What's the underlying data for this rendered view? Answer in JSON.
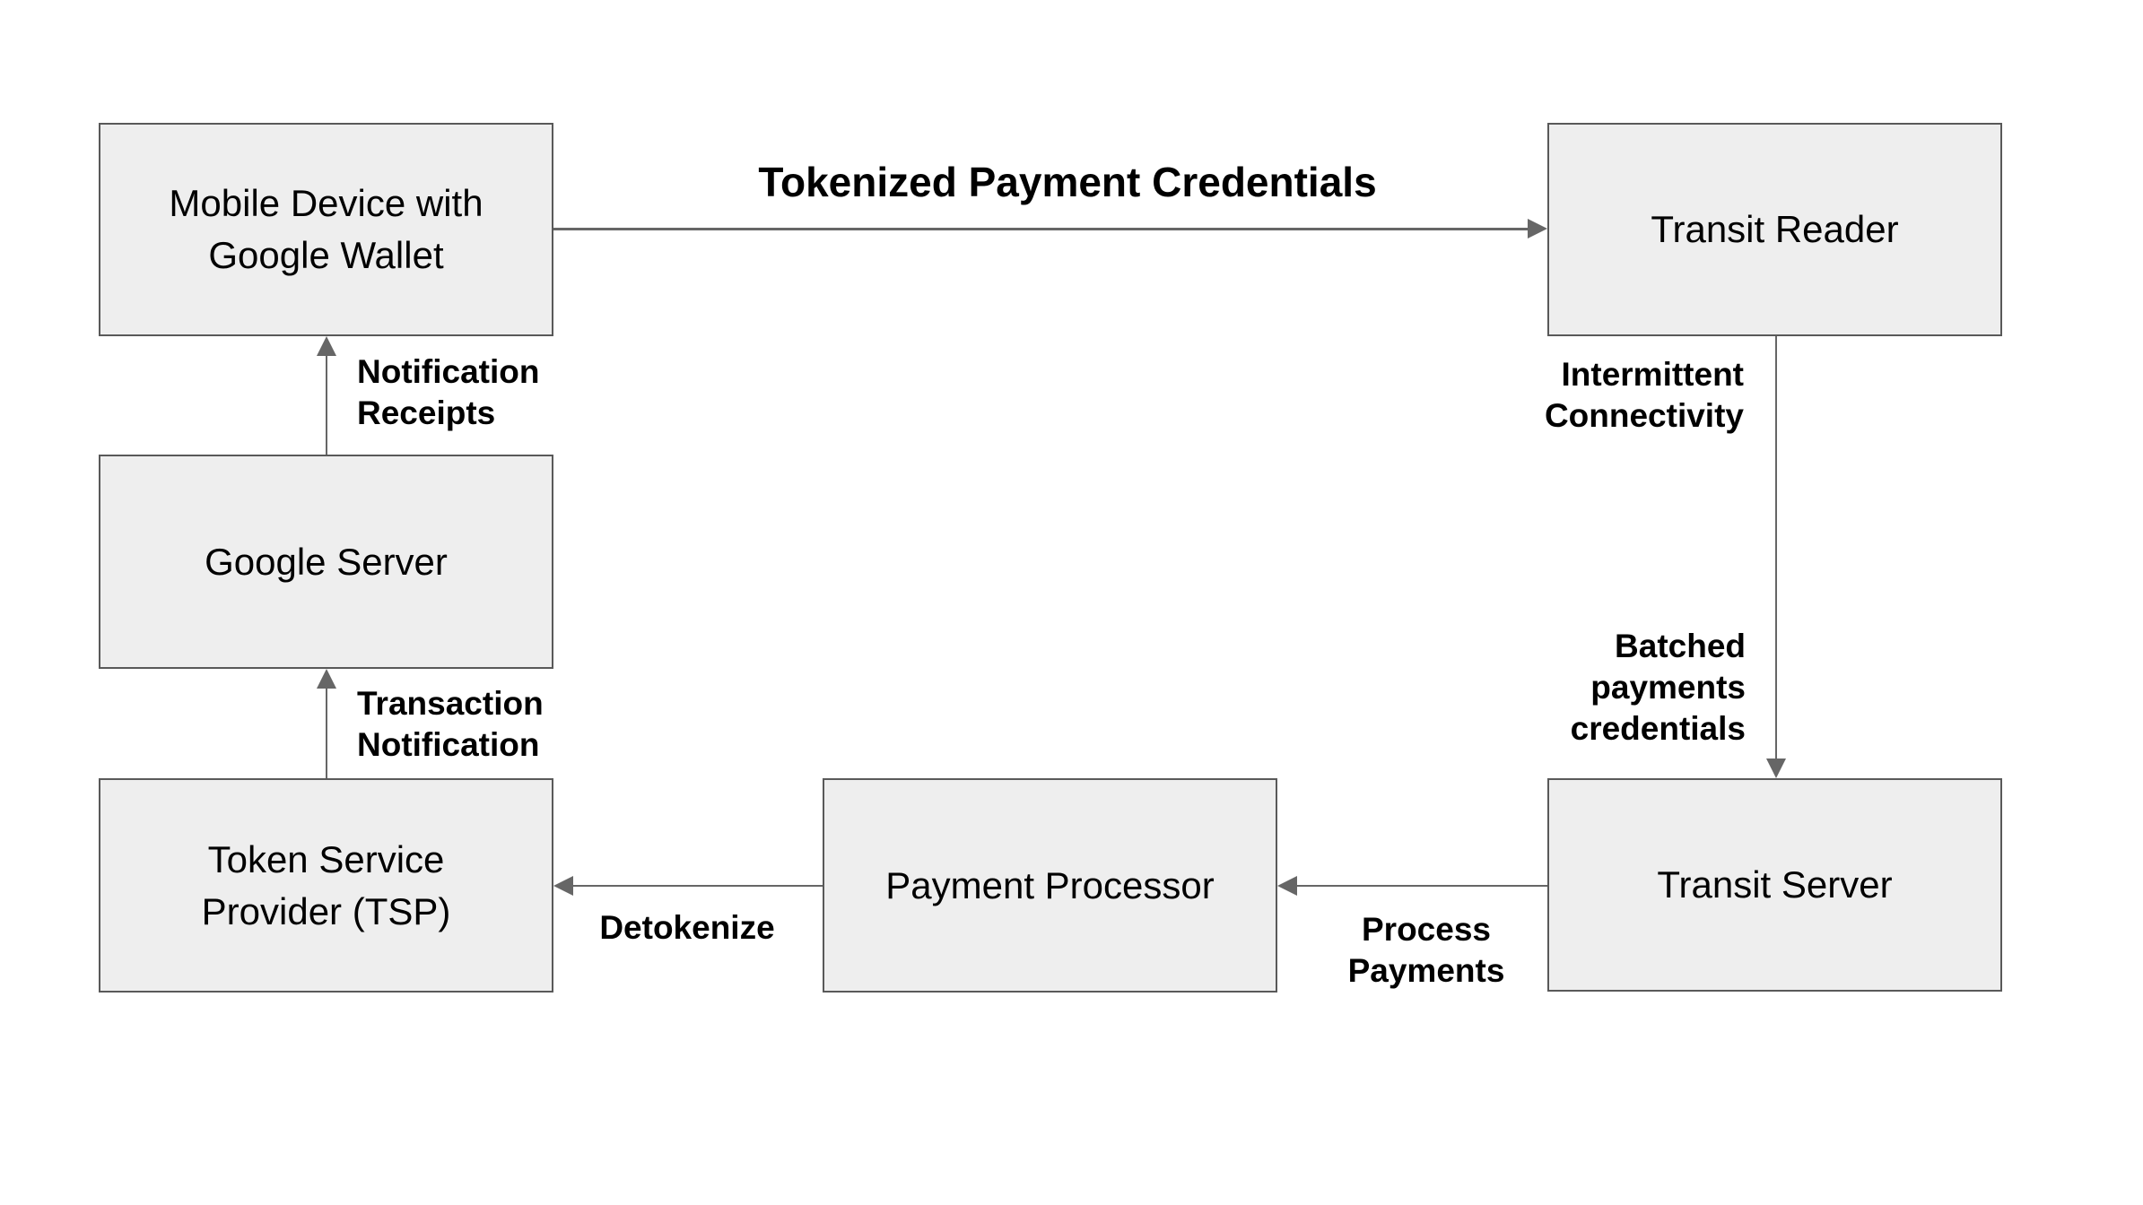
{
  "nodes": {
    "mobile_device": {
      "label": "Mobile Device with\nGoogle Wallet"
    },
    "transit_reader": {
      "label": "Transit Reader"
    },
    "google_server": {
      "label": "Google Server"
    },
    "token_service_provider": {
      "label": "Token Service\nProvider (TSP)"
    },
    "payment_processor": {
      "label": "Payment Processor"
    },
    "transit_server": {
      "label": "Transit Server"
    }
  },
  "edges": {
    "tokenized_payment_credentials": {
      "label": "Tokenized Payment Credentials",
      "from": "mobile_device",
      "to": "transit_reader",
      "direction": "right"
    },
    "notification_receipts": {
      "label": "Notification\nReceipts",
      "from": "google_server",
      "to": "mobile_device",
      "direction": "up"
    },
    "transaction_notification": {
      "label": "Transaction\nNotification",
      "from": "token_service_provider",
      "to": "google_server",
      "direction": "up"
    },
    "intermittent_connectivity_batched": {
      "label_upper": "Intermittent\nConnectivity",
      "label_lower": "Batched\npayments\ncredentials",
      "from": "transit_reader",
      "to": "transit_server",
      "direction": "down"
    },
    "process_payments": {
      "label": "Process\nPayments",
      "from": "transit_server",
      "to": "payment_processor",
      "direction": "left"
    },
    "detokenize": {
      "label": "Detokenize",
      "from": "payment_processor",
      "to": "token_service_provider",
      "direction": "left"
    }
  },
  "colors": {
    "background": "#ffffff",
    "node_fill": "#eeeeee",
    "node_border": "#595959",
    "arrow": "#666666",
    "text": "#000000"
  }
}
